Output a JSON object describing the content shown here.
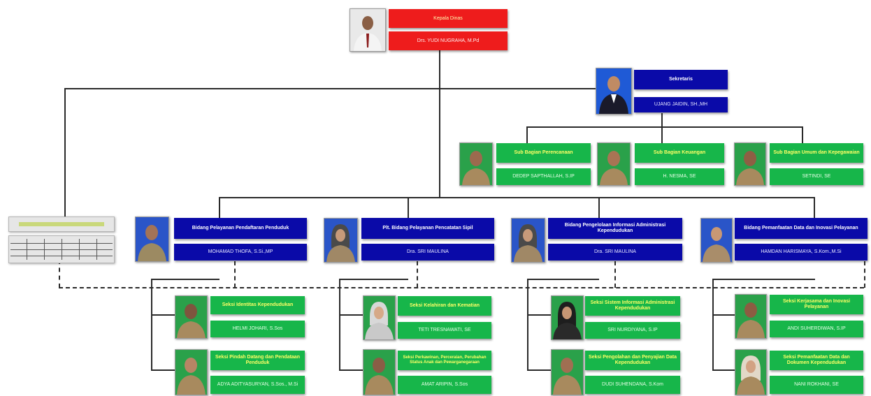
{
  "head": {
    "title": "Kepala Dinas",
    "name": "Drs. YUDI NUGRAHA, M.Pd"
  },
  "secretary": {
    "title": "Sekretaris",
    "name": "UJANG JAIDIN, SH.,MH"
  },
  "subbags": [
    {
      "title": "Sub Bagian Perencanaan",
      "name": "DEDEP SAPTHALLAH, S.IP"
    },
    {
      "title": "Sub Bagian Keuangan",
      "name": "H. NESMA, SE"
    },
    {
      "title": "Sub Bagian Umum dan Kepegawaian",
      "name": "SETINDI, SE"
    }
  ],
  "bidang": [
    {
      "title": "Bidang Pelayanan Pendaftaran Penduduk",
      "name": "MOHAMAD THOFA, S.Si.,MP"
    },
    {
      "title": "Plt. Bidang Pelayanan Pencatatan Sipil",
      "name": "Dra. SRI MAULINA"
    },
    {
      "title": "Bidang Pengelolaan Informasi Administrasi Kependudukan",
      "name": "Dra. SRI MAULINA"
    },
    {
      "title": "Bidang Pemanfaatan Data dan Inovasi Pelayanan",
      "name": "HAMDAN HARISMAYA, S.Kom.,M.Si"
    }
  ],
  "seksi": [
    {
      "title": "Seksi Identitas Kependudukan",
      "name": "HELMI JOHARI, S.Sos"
    },
    {
      "title": "Seksi Pindah Datang dan Pendataan Penduduk",
      "name": "ADYA ADITYASURYAN, S.Sos., M.Si"
    },
    {
      "title": "Seksi Kelahiran dan Kematian",
      "name": "TETI TRESNAWATI, SE"
    },
    {
      "title": "Seksi Perkawinan, Perceraian, Perubahan Status Anak dan Pewarganegaraan",
      "name": "AMAT ARIPIN, S.Sos"
    },
    {
      "title": "Seksi Sistem Informasi Administrasi Kependudukan",
      "name": "SRI NURDIYANA, S.IP"
    },
    {
      "title": "Seksi Pengolahan dan Penyajian Data Kependudukan",
      "name": "DUDI SUHENDANA, S.Kom"
    },
    {
      "title": "Seksi Kerjasama dan Inovasi Pelayanan",
      "name": "ANDI SUHERDIWAN, S.IP"
    },
    {
      "title": "Seksi Pemanfaatan Data dan Dokumen Kependudukan",
      "name": "NANI ROKHANI, SE"
    }
  ],
  "colors": {
    "red": "#ee1c1c",
    "blue": "#0a0aa8",
    "green": "#17b64a",
    "title_yellow": "#ffff66"
  }
}
